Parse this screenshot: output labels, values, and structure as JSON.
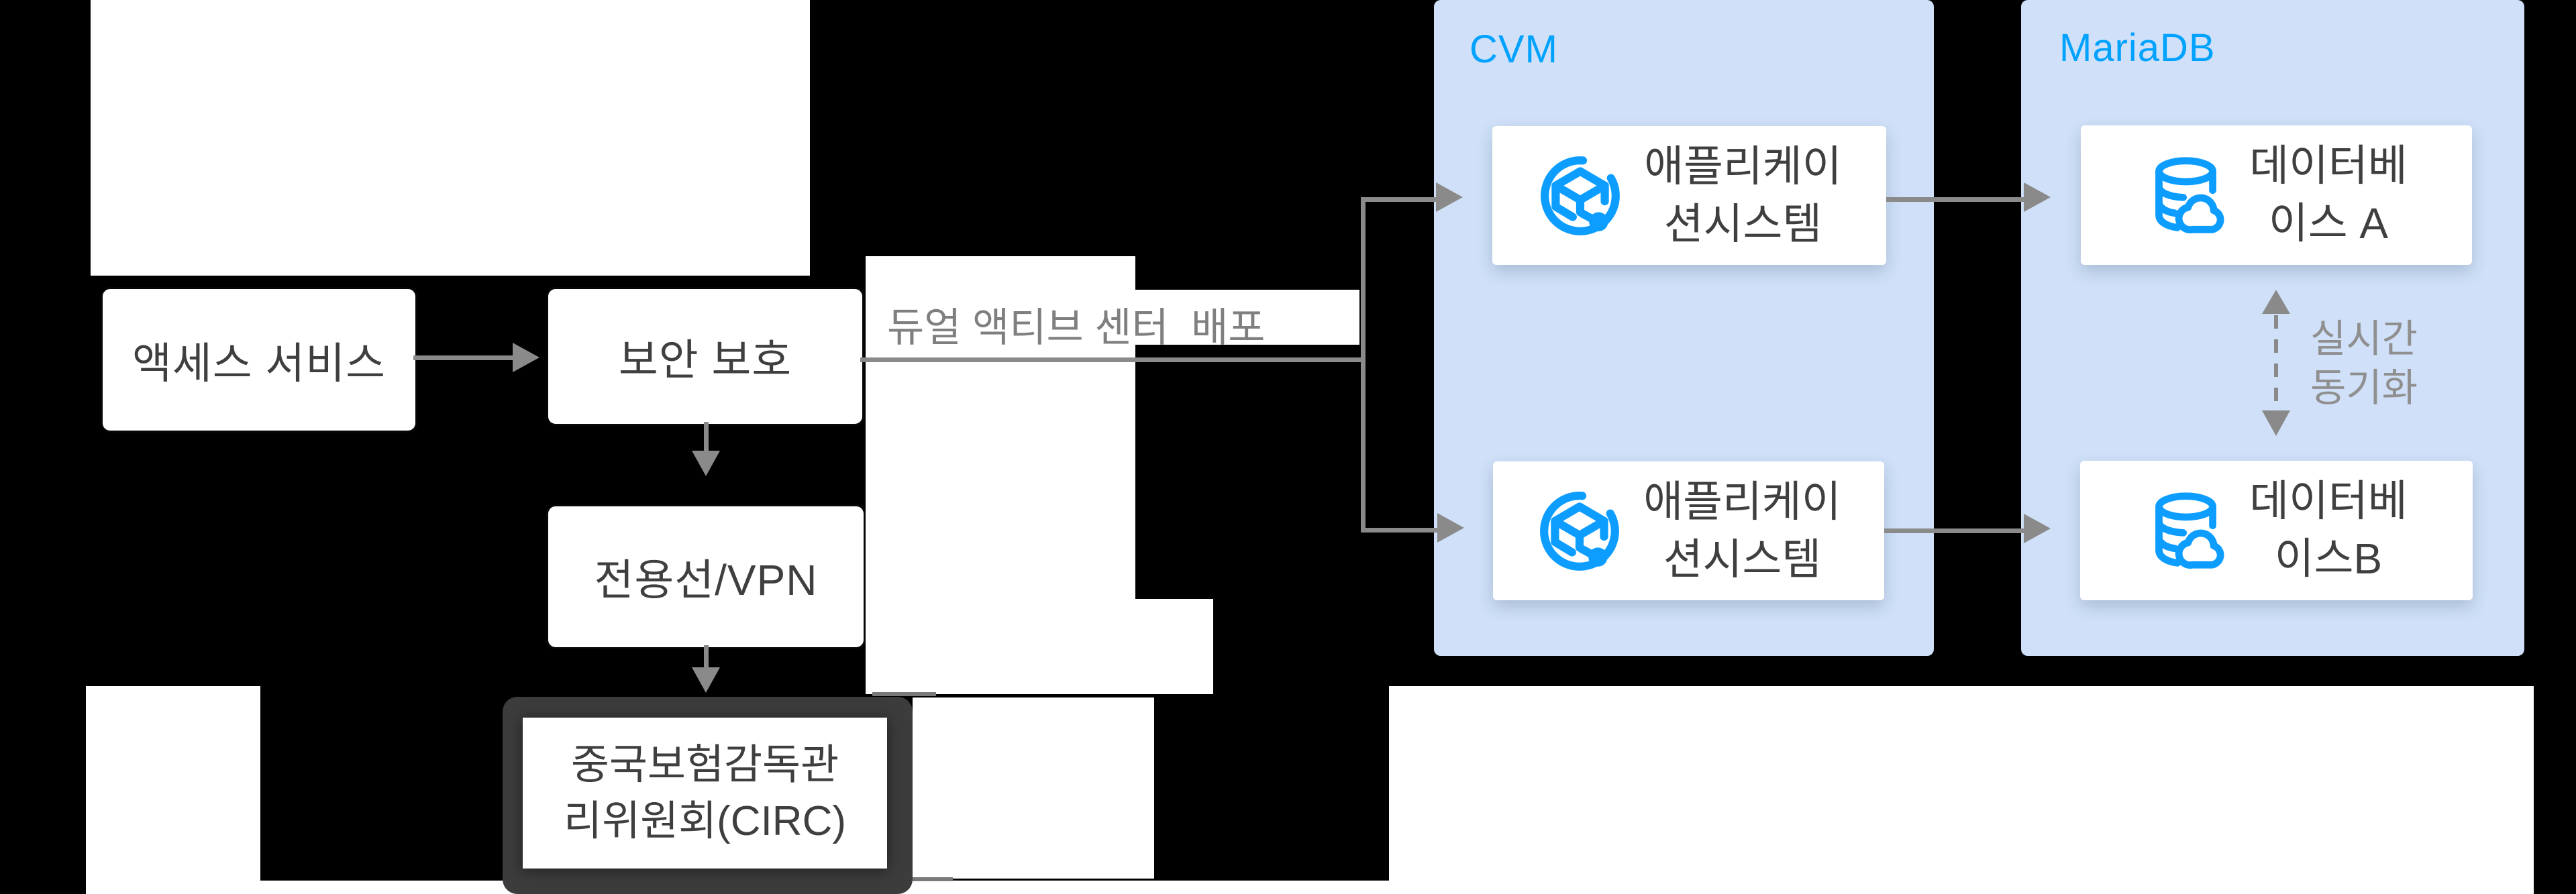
{
  "colors": {
    "background": "#000000",
    "panel_white": "#FFFFFF",
    "container_blue": "#CFE0F8",
    "brand_blue": "#00A2FF",
    "icon_blue": "#0C9DFF",
    "arrow_gray": "#8A8A8A",
    "label_gray": "#7F7F7F",
    "node_text": "#3F3F3F",
    "circ_border": "#3C3C3C"
  },
  "diagram": {
    "left_flow": {
      "access": {
        "label": "액세스 서비스"
      },
      "security": {
        "label": "보안 보호"
      },
      "deployment_note": "듀얼 액티브 센터  배포",
      "vpn": {
        "label": "전용선/VPN"
      },
      "circ": {
        "line1": "중국보험감독관",
        "line2": "리위원회(CIRC)"
      }
    },
    "cvm_group": {
      "title": "CVM",
      "app_top": {
        "line1": "애플리케이",
        "line2": "션시스템"
      },
      "app_bottom": {
        "line1": "애플리케이",
        "line2": "션시스템"
      }
    },
    "mariadb_group": {
      "title": "MariaDB",
      "db_a": {
        "line1": "데이터베",
        "line2": "이스 A"
      },
      "db_b": {
        "line1": "데이터베",
        "line2": "이스B"
      },
      "sync": {
        "line1": "실시간",
        "line2": "동기화"
      }
    }
  }
}
